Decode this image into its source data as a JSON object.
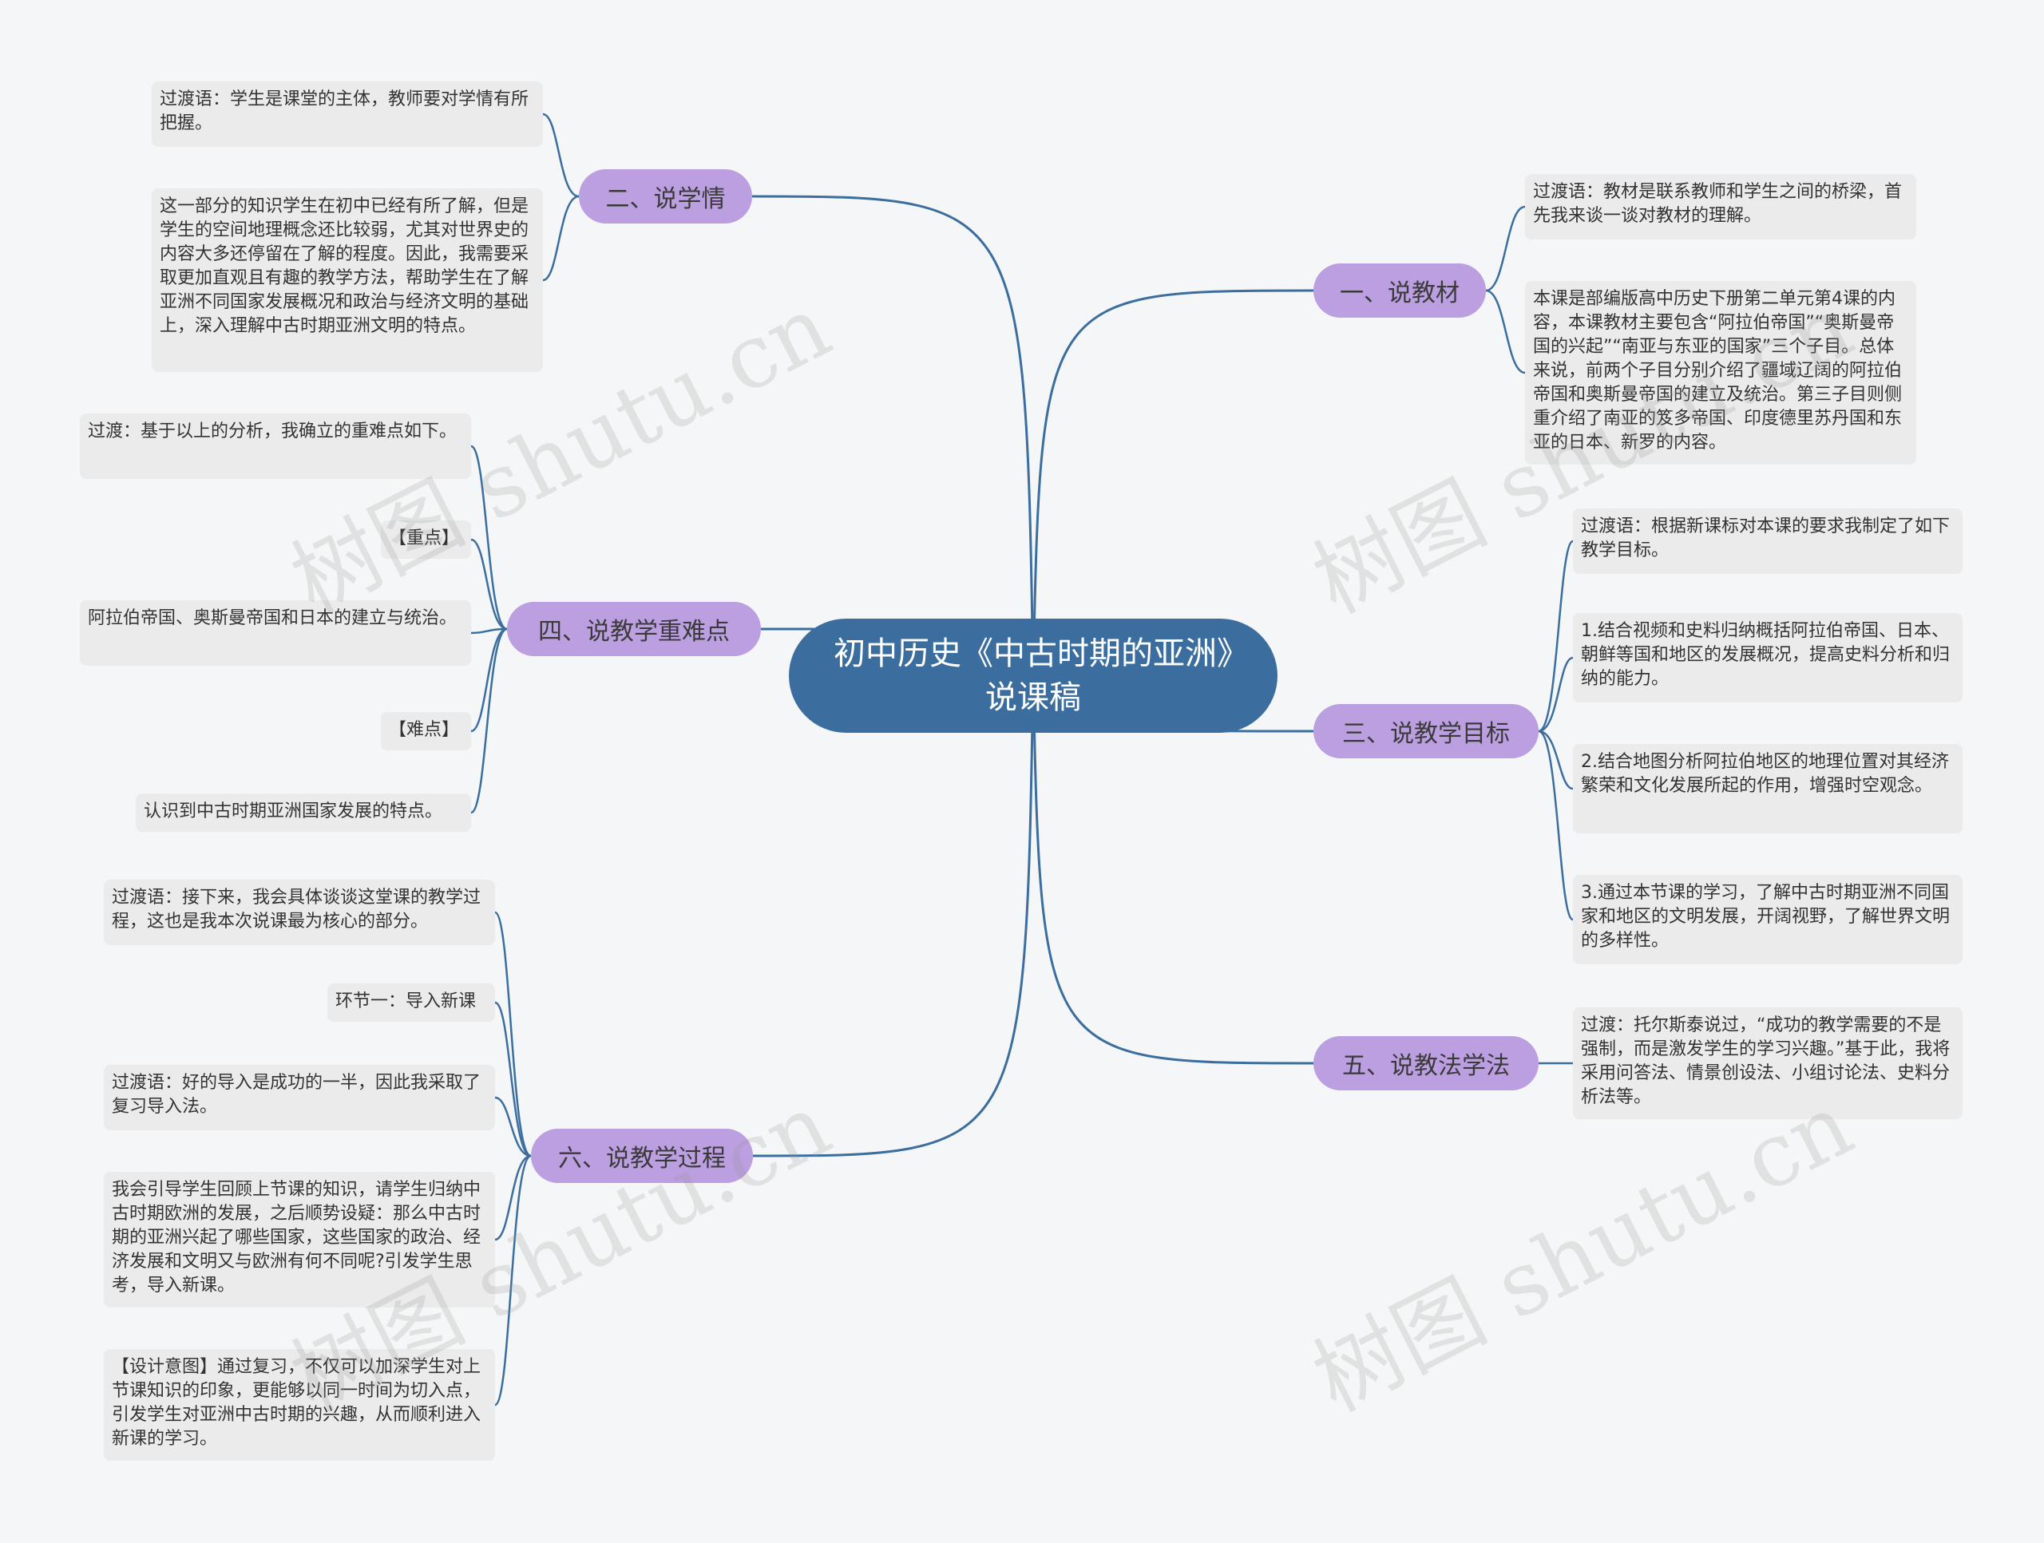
{
  "title": "初中历史《中古时期的亚洲》说课稿",
  "colors": {
    "background": "#f5f6f7",
    "root": "#3b6e9e",
    "branch": "#bb9fe0",
    "leaf": "#ebebeb",
    "line": "#3b6e9e"
  },
  "watermark": "树图 shutu.cn",
  "branches": [
    {
      "label": "一、说教材",
      "leaves": [
        "过渡语：教材是联系教师和学生之间的桥梁，首先我来谈一谈对教材的理解。",
        "本课是部编版高中历史下册第二单元第4课的内容，本课教材主要包含“阿拉伯帝国”“奥斯曼帝国的兴起”“南亚与东亚的国家”三个子目。总体来说，前两个子目分别介绍了疆域辽阔的阿拉伯帝国和奥斯曼帝国的建立及统治。第三子目则侧重介绍了南亚的笈多帝国、印度德里苏丹国和东亚的日本、新罗的内容。"
      ]
    },
    {
      "label": "二、说学情",
      "leaves": [
        "过渡语：学生是课堂的主体，教师要对学情有所把握。",
        "这一部分的知识学生在初中已经有所了解，但是学生的空间地理概念还比较弱，尤其对世界史的内容大多还停留在了解的程度。因此，我需要采取更加直观且有趣的教学方法，帮助学生在了解亚洲不同国家发展概况和政治与经济文明的基础上，深入理解中古时期亚洲文明的特点。"
      ]
    },
    {
      "label": "三、说教学目标",
      "leaves": [
        "过渡语：根据新课标对本课的要求我制定了如下教学目标。",
        "1.结合视频和史料归纳概括阿拉伯帝国、日本、朝鲜等国和地区的发展概况，提高史料分析和归纳的能力。",
        "2.结合地图分析阿拉伯地区的地理位置对其经济繁荣和文化发展所起的作用，增强时空观念。",
        "3.通过本节课的学习，了解中古时期亚洲不同国家和地区的文明发展，开阔视野，了解世界文明的多样性。"
      ]
    },
    {
      "label": "四、说教学重难点",
      "leaves": [
        "过渡：基于以上的分析，我确立的重难点如下。",
        "【重点】",
        "阿拉伯帝国、奥斯曼帝国和日本的建立与统治。",
        "【难点】",
        "认识到中古时期亚洲国家发展的特点。"
      ]
    },
    {
      "label": "五、说教法学法",
      "leaves": [
        "过渡：托尔斯泰说过，“成功的教学需要的不是强制，而是激发学生的学习兴趣。”基于此，我将采用问答法、情景创设法、小组讨论法、史料分析法等。"
      ]
    },
    {
      "label": "六、说教学过程",
      "leaves": [
        "过渡语：接下来，我会具体谈谈这堂课的教学过程，这也是我本次说课最为核心的部分。",
        "环节一：导入新课",
        "过渡语：好的导入是成功的一半，因此我采取了复习导入法。",
        "我会引导学生回顾上节课的知识，请学生归纳中古时期欧洲的发展，之后顺势设疑：那么中古时期的亚洲兴起了哪些国家，这些国家的政治、经济发展和文明又与欧洲有何不同呢?引发学生思考，导入新课。",
        "【设计意图】通过复习，不仅可以加深学生对上节课知识的印象，更能够以同一时间为切入点，引发学生对亚洲中古时期的兴趣，从而顺利进入新课的学习。"
      ]
    }
  ]
}
